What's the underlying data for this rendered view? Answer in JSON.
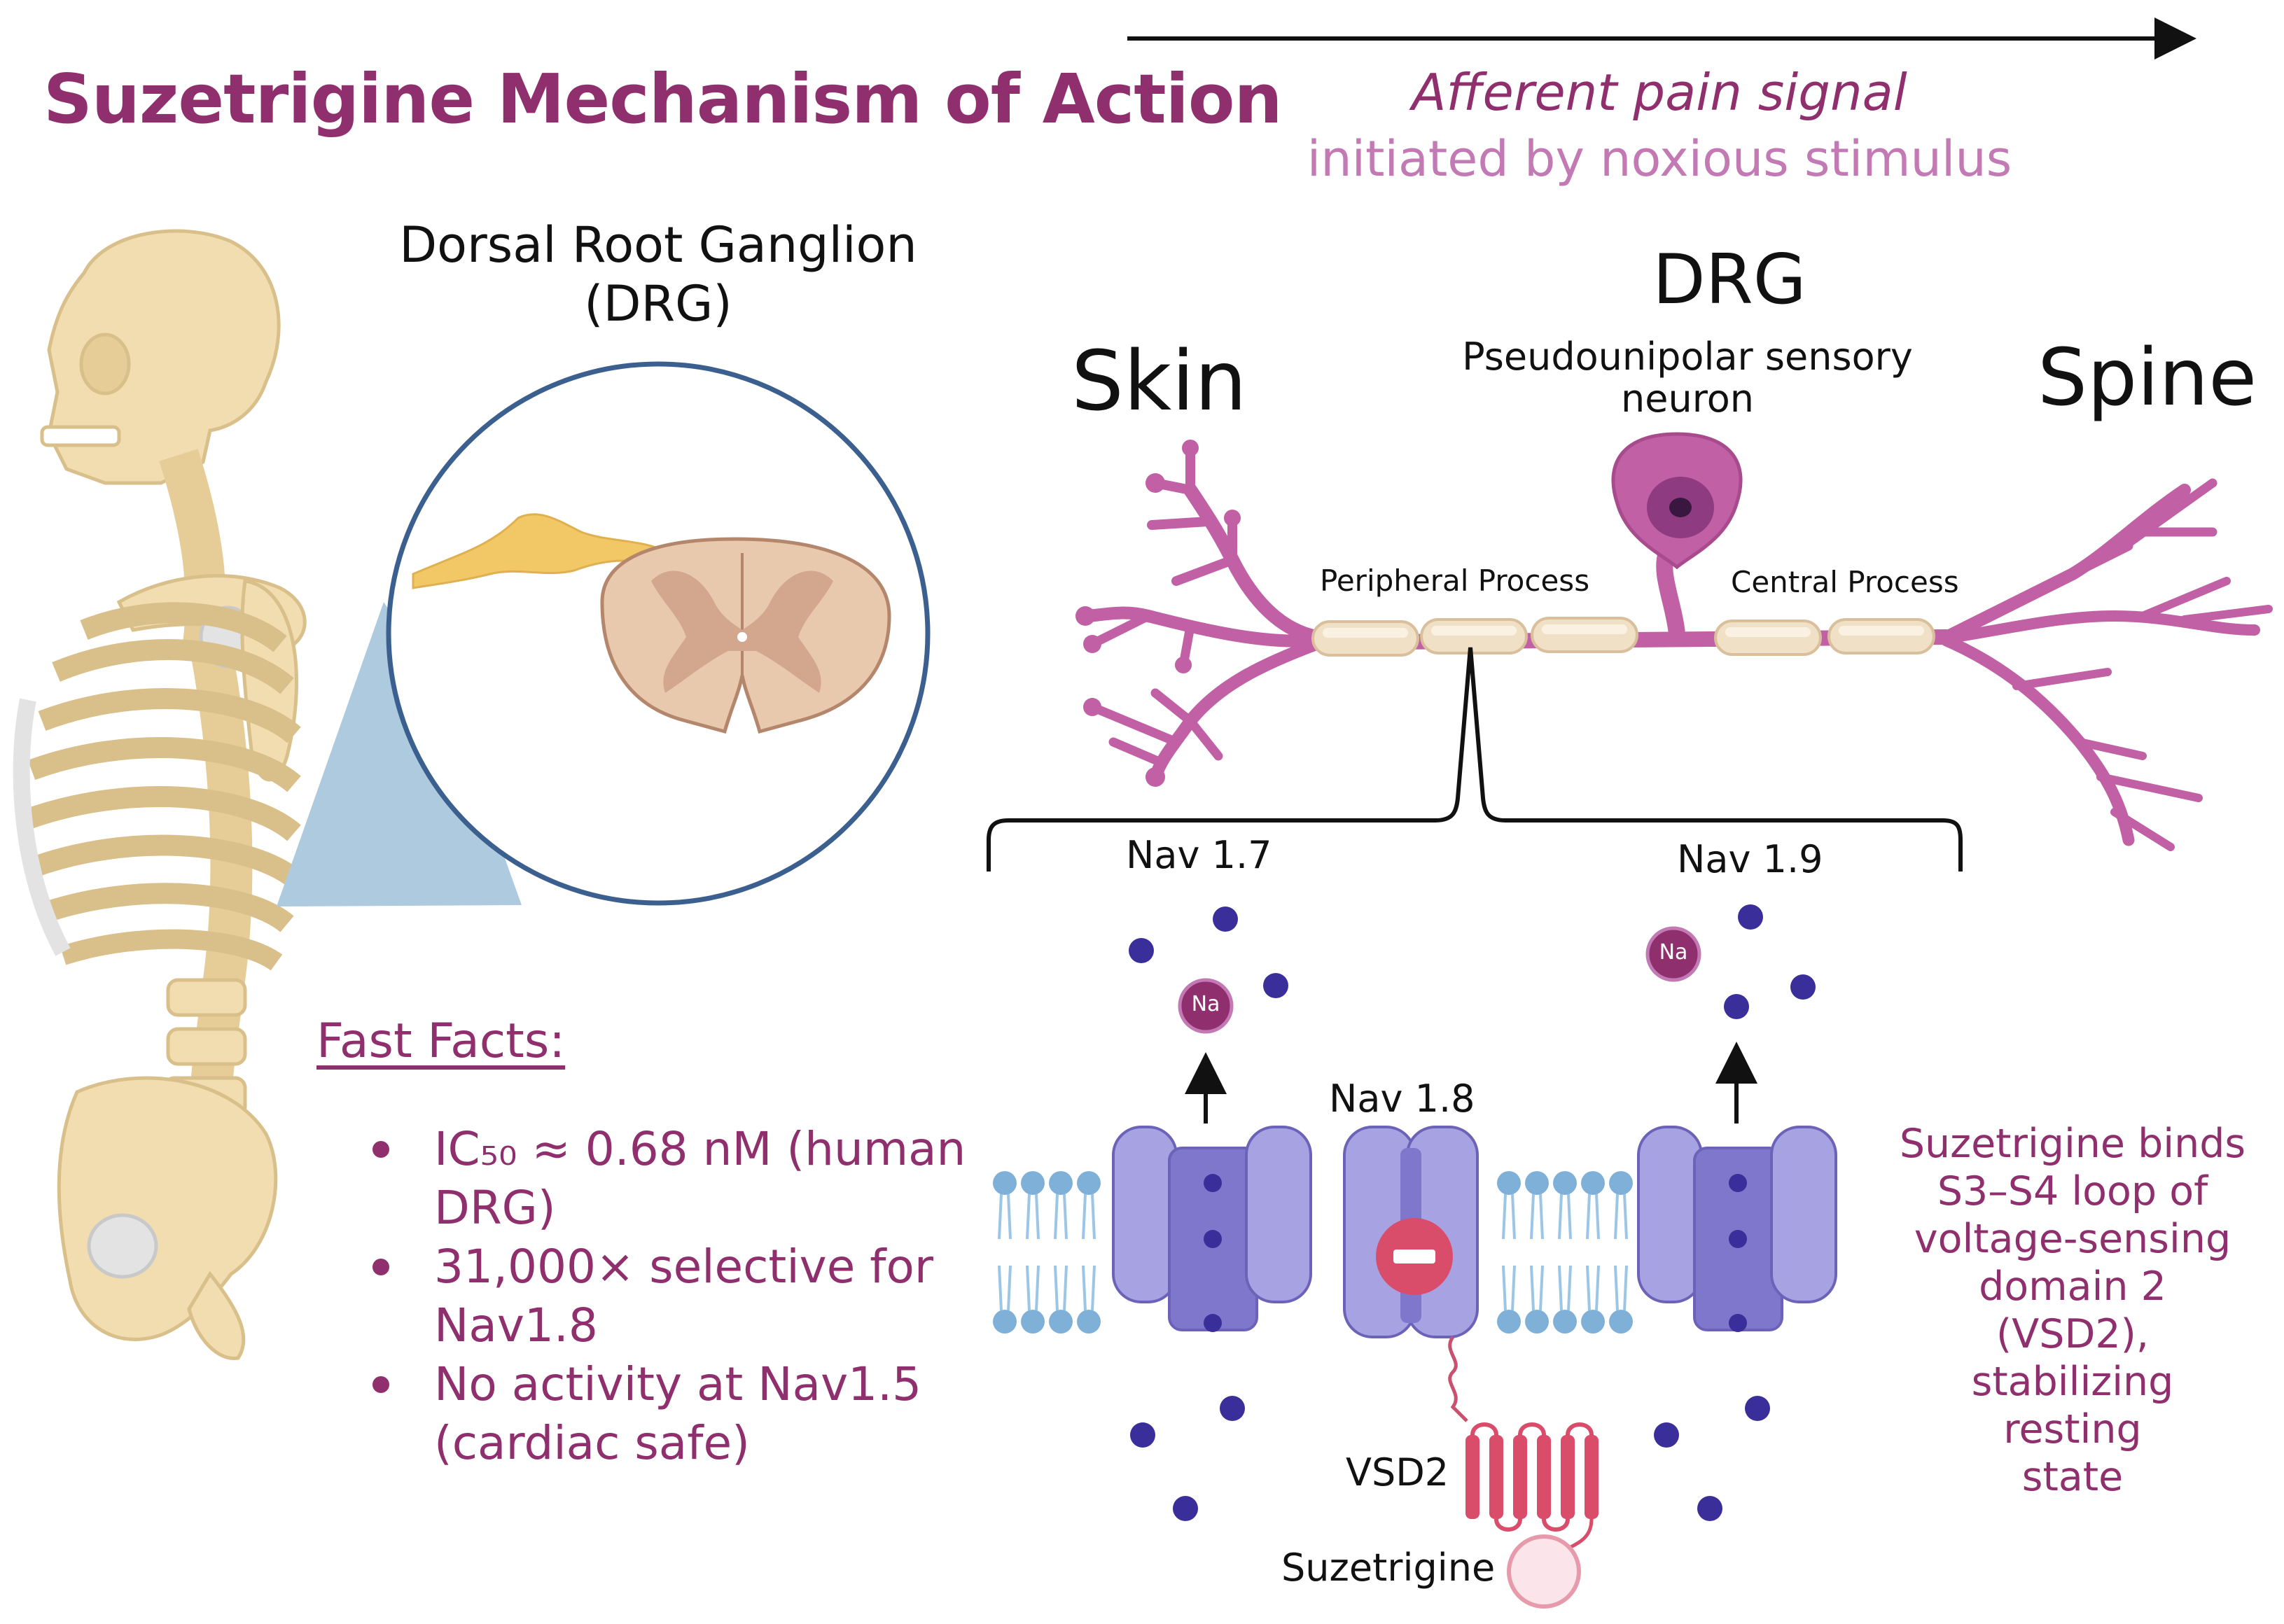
{
  "title": "Suzetrigine Mechanism of Action",
  "signal": {
    "line1": "Afferent pain signal",
    "line2": "initiated by noxious stimulus"
  },
  "drg_caption": {
    "line1": "Dorsal Root Ganglion",
    "line2": "(DRG)"
  },
  "neuron": {
    "skin": "Skin",
    "spine": "Spine",
    "drg": "DRG",
    "type_line1": "Pseudounipolar sensory",
    "type_line2": "neuron",
    "peripheral": "Peripheral Process",
    "central": "Central Process"
  },
  "channels": {
    "nav17": "Nav 1.7",
    "nav18": "Nav 1.8",
    "nav19": "Nav 1.9",
    "na": "Na",
    "vsd2": "VSD2",
    "drug": "Suzetrigine"
  },
  "fast_facts": {
    "heading": "Fast Facts:",
    "items": [
      "IC₅₀ ≈ 0.68 nM (human DRG)",
      "31,000× selective for Nav1.8",
      "No activity at Nav1.5 (cardiac safe)"
    ]
  },
  "binding_note": {
    "lines": [
      "Suzetrigine binds",
      "S3–S4 loop of",
      "voltage-sensing",
      "domain 2 (VSD2),",
      "stabilizing resting",
      "state"
    ]
  },
  "colors": {
    "title": "#8f2f6e",
    "signal_italic": "#8f2f6e",
    "signal_plain": "#c279b4",
    "neuron": "#c160a4",
    "channel": "#a7a2e2",
    "channel_pore": "#7e77cc",
    "sodium_ion": "#3a2f9a",
    "inhibitor": "#d94d6b",
    "bone": "#f1ddb0",
    "spinal_cord": "#e9c9ae"
  }
}
